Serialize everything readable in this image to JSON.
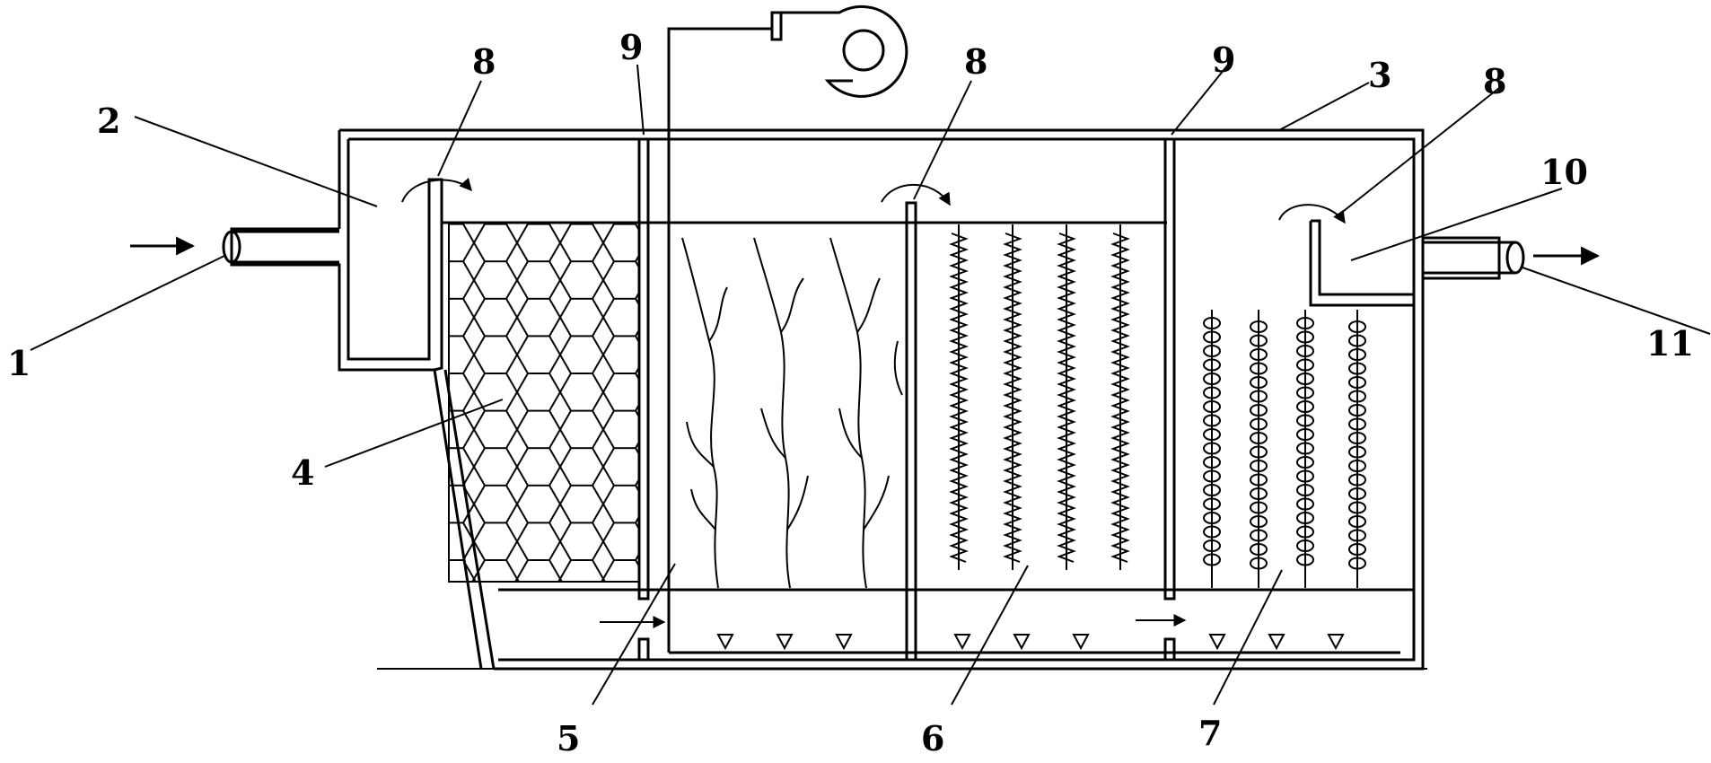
{
  "labels": {
    "inlet_pipe": "1",
    "inlet_chamber": "2",
    "tank_wall": "3",
    "honeycomb_filler": "4",
    "branch_filler": "5",
    "spring_filler": "6",
    "ball_filler": "7",
    "baffle_left": "8",
    "baffle_mid": "8",
    "baffle_right": "8",
    "partition_left": "9",
    "partition_right": "9",
    "outlet_chamber": "10",
    "outlet_pipe": "11"
  }
}
